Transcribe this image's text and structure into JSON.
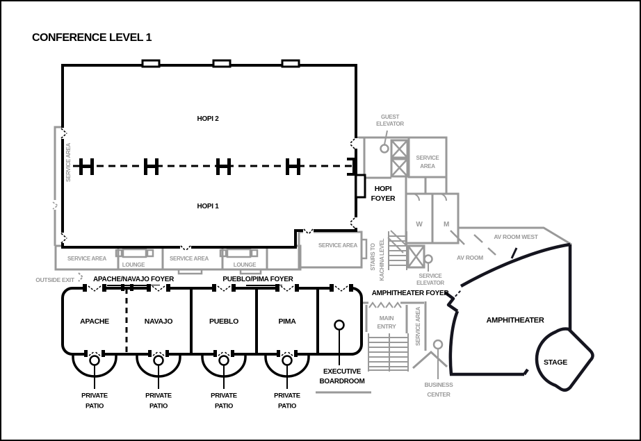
{
  "title": "CONFERENCE LEVEL 1",
  "colors": {
    "wall": "#000000",
    "amphitheater_wall": "#15151f",
    "gray_wall": "#999999",
    "gray_text": "#999999",
    "background": "#ffffff"
  },
  "halls": {
    "hopi2": "HOPI 2",
    "hopi1": "HOPI 1"
  },
  "foyers": {
    "hopi_line1": "HOPI",
    "hopi_line2": "FOYER",
    "apache_navajo": "APACHE/NAVAJO FOYER",
    "pueblo_pima": "PUEBLO/PIMA FOYER",
    "amphitheater": "AMPHITHEATER FOYER"
  },
  "meeting_rooms": [
    "APACHE",
    "NAVAJO",
    "PUEBLO",
    "PIMA"
  ],
  "executive_boardroom": {
    "line1": "EXECUTIVE",
    "line2": "BOARDROOM"
  },
  "amphitheater": {
    "name": "AMPHITHEATER",
    "stage": "STAGE"
  },
  "private_patio": {
    "line1": "PRIVATE",
    "line2": "PATIO"
  },
  "labels": {
    "service_area": "SERVICE AREA",
    "service": "SERVICE",
    "area": "AREA",
    "lounge": "LOUNGE",
    "guest_line1": "GUEST",
    "guest_line2": "ELEVATOR",
    "service_elevator_line1": "SERVICE",
    "service_elevator_line2": "ELEVATOR",
    "stairs_line1": "STAIRS TO",
    "stairs_line2": "KACHINA LEVEL",
    "outside_exit": "OUTSIDE EXIT",
    "main_entry_line1": "MAIN",
    "main_entry_line2": "ENTRY",
    "business_line1": "BUSINESS",
    "business_line2": "CENTER",
    "restroom_w": "W",
    "restroom_m": "M",
    "av_room": "AV ROOM",
    "av_room_west": "AV ROOM WEST"
  }
}
